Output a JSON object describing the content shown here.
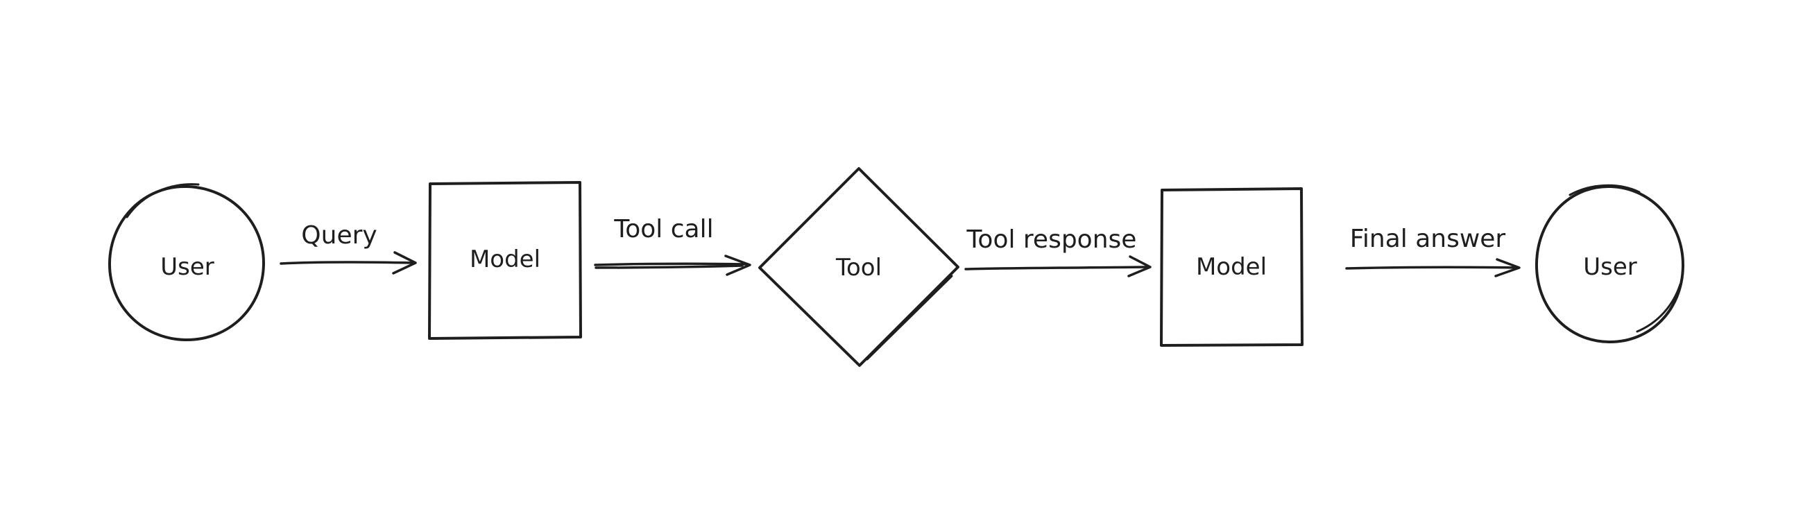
{
  "canvas": {
    "background_color": "#ffffff",
    "stroke_color": "#1e1e1e",
    "style": "hand-drawn"
  },
  "diagram": {
    "type": "flowchart",
    "direction": "left-to-right",
    "nodes": [
      {
        "id": "user-start",
        "shape": "circle",
        "label": "User"
      },
      {
        "id": "model-1",
        "shape": "square",
        "label": "Model"
      },
      {
        "id": "tool",
        "shape": "diamond",
        "label": "Tool"
      },
      {
        "id": "model-2",
        "shape": "square",
        "label": "Model"
      },
      {
        "id": "user-end",
        "shape": "circle",
        "label": "User"
      }
    ],
    "edges": [
      {
        "from": "user-start",
        "to": "model-1",
        "label": "Query"
      },
      {
        "from": "model-1",
        "to": "tool",
        "label": "Tool call"
      },
      {
        "from": "tool",
        "to": "model-2",
        "label": "Tool response"
      },
      {
        "from": "model-2",
        "to": "user-end",
        "label": "Final answer"
      }
    ]
  }
}
